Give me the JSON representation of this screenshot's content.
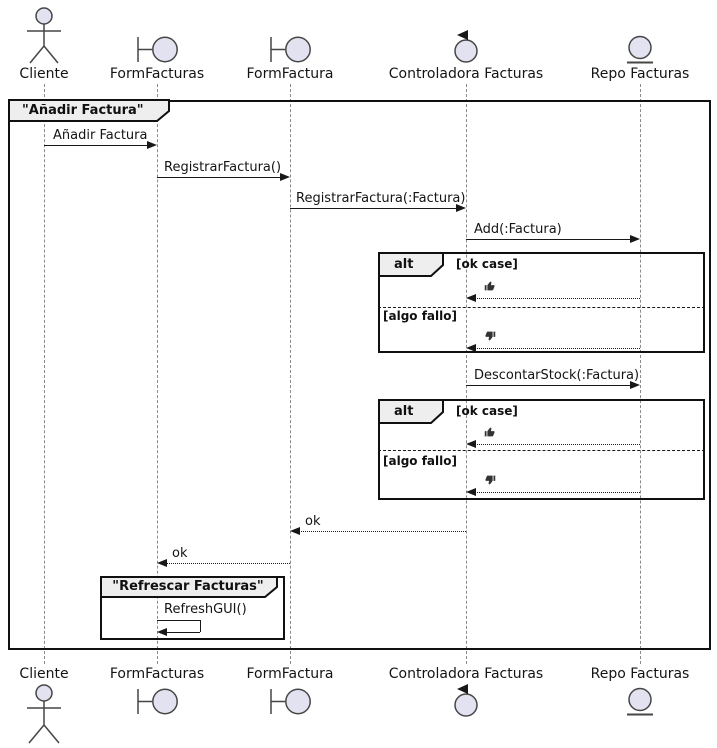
{
  "diagram": {
    "kind": "uml-sequence-diagram",
    "title_frame": {
      "label": "\"Añadir Factura\""
    },
    "inner_frame": {
      "label": "\"Refrescar Facturas\""
    },
    "participants": [
      {
        "name": "Cliente",
        "type": "actor"
      },
      {
        "name": "FormFacturas",
        "type": "boundary"
      },
      {
        "name": "FormFactura",
        "type": "boundary"
      },
      {
        "name": "Controladora Facturas",
        "type": "control"
      },
      {
        "name": "Repo Facturas",
        "type": "entity"
      }
    ],
    "messages": {
      "anadir": "Añadir Factura",
      "registrar": "RegistrarFactura()",
      "registrar_param": "RegistrarFactura(:Factura)",
      "add": "Add(:Factura)",
      "descontar": "DescontarStock(:Factura)",
      "ok_to_formfactura": "ok",
      "ok_to_formfacturas": "ok",
      "refresh": "RefreshGUI()"
    },
    "alt1": {
      "operator": "alt",
      "guard_ok": "[ok case]",
      "guard_fail": "[algo fallo]",
      "ok_icon": "thumbs-up",
      "fail_icon": "thumbs-down"
    },
    "alt2": {
      "operator": "alt",
      "guard_ok": "[ok case]",
      "guard_fail": "[algo fallo]",
      "ok_icon": "thumbs-up",
      "fail_icon": "thumbs-down"
    },
    "icons": {
      "actor": "stick-figure",
      "boundary": "bar-and-circle",
      "control": "circle-with-ccw-arrow",
      "entity": "underlined-circle",
      "ok": "thumbs-up",
      "fail": "thumbs-down"
    },
    "colors": {
      "background": "#FFFFFF",
      "participant_fill": "#E2E2F0",
      "participant_stroke": "#454645",
      "frame_border": "#101010",
      "tab_fill": "#EEEEEE",
      "message_line": "#181818",
      "lifeline": "#8A8A8A"
    }
  }
}
